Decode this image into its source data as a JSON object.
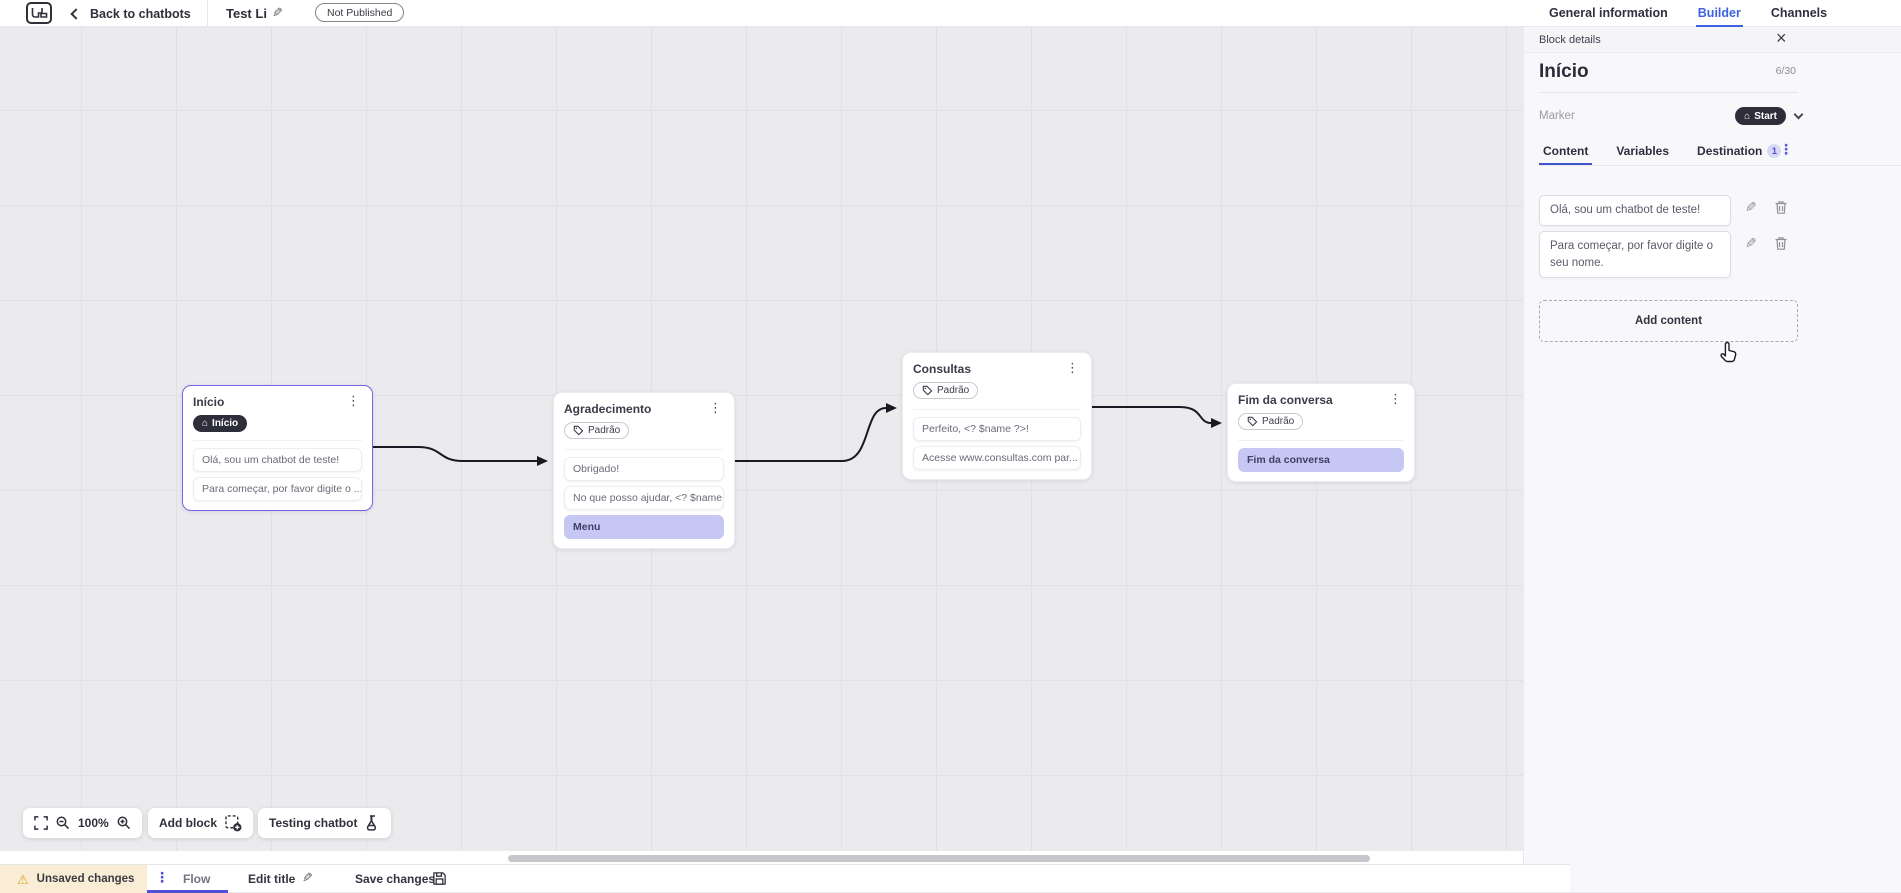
{
  "topbar": {
    "back_label": "Back to chatbots",
    "title": "Test Li",
    "status_badge": "Not Published",
    "tabs": {
      "general": "General information",
      "builder": "Builder",
      "channels": "Channels"
    }
  },
  "panel": {
    "header": "Block details",
    "block_title": "Início",
    "char_counter": "6/30",
    "marker_label": "Marker",
    "marker_value": "Start",
    "tabs": {
      "content": "Content",
      "variables": "Variables",
      "destination": "Destination",
      "destination_badge": "1"
    },
    "contents": [
      "Olá, sou um chatbot de teste!",
      "Para começar, por favor digite o seu nome."
    ],
    "add_content_label": "Add content"
  },
  "canvas": {
    "blocks": [
      {
        "title": "Início",
        "badge": "Início",
        "items": [
          "Olá, sou um chatbot de teste!",
          "Para começar, por favor digite o ..."
        ]
      },
      {
        "title": "Agradecimento",
        "badge": "Padrão",
        "items": [
          "Obrigado!",
          "No que posso ajudar, <? $name ...",
          "Menu"
        ]
      },
      {
        "title": "Consultas",
        "badge": "Padrão",
        "items": [
          "Perfeito, <? $name ?>!",
          "Acesse www.consultas.com par..."
        ]
      },
      {
        "title": "Fim da conversa",
        "badge": "Padrão",
        "items": [
          "Fim da conversa"
        ]
      }
    ],
    "toolbar": {
      "zoom_level": "100%",
      "add_block": "Add block",
      "testing": "Testing chatbot"
    }
  },
  "bottombar": {
    "unsaved": "Unsaved changes",
    "flow": "Flow",
    "edit_title": "Edit title",
    "save": "Save changes"
  },
  "icons": {
    "overflow": "⋮",
    "home": "⌂",
    "close": "×",
    "pencil": "✎",
    "warning": "⚠"
  },
  "colors": {
    "accent_blue": "#3f63de",
    "purple_accent": "#4f4fd8",
    "selection_purple": "#7b61e8",
    "highlight_lavender": "#c6c7f3",
    "dark_badge": "#2e2e3a",
    "warning_bg": "#f9edd6",
    "warning_icon": "#dba32a"
  }
}
